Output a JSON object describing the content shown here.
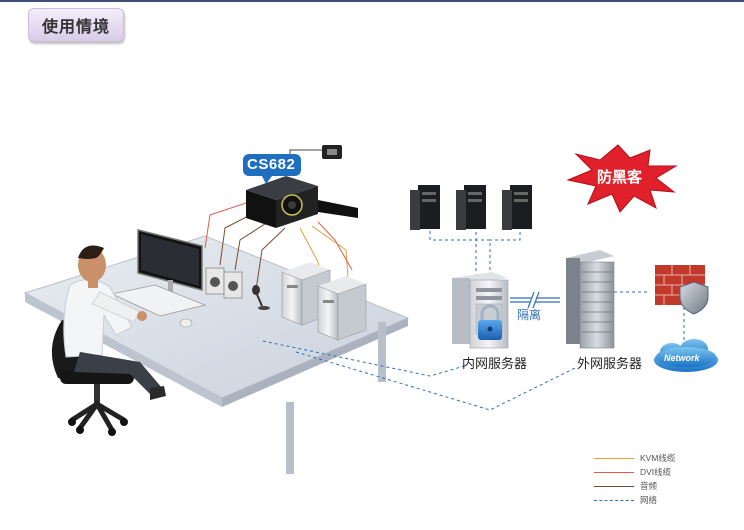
{
  "section_title": "使用情境",
  "device_label": "CS682",
  "hacker_badge": "防黑客",
  "isolation_label": "隔离",
  "internal_server_label": "内网服务器",
  "external_server_label": "外网服务器",
  "network_label": "Network",
  "legend": [
    {
      "label": "KVM线缆",
      "color": "#d9a23a",
      "style": "solid"
    },
    {
      "label": "DVI线缆",
      "color": "#e25b4f",
      "style": "solid"
    },
    {
      "label": "音频",
      "color": "#7a4b2b",
      "style": "solid"
    },
    {
      "label": "网络",
      "color": "#2f6fb5",
      "style": "dashed"
    }
  ],
  "colors": {
    "kvm": "#d9a23a",
    "dvi": "#e25b4f",
    "audio": "#7a4b2b",
    "network": "#2f6fb5",
    "burst": "#e0202a",
    "device_blue": "#1f6fc0"
  }
}
